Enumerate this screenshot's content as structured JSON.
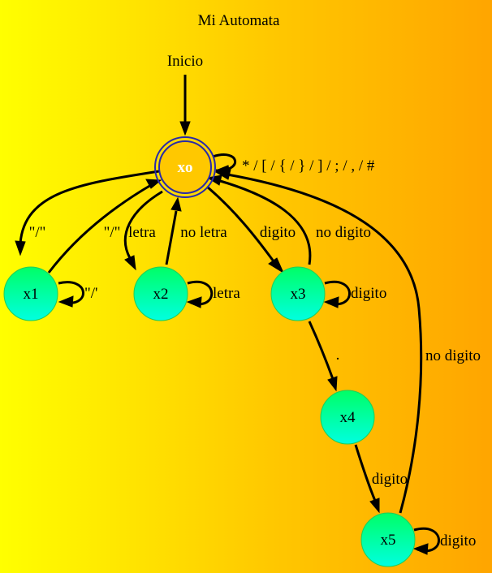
{
  "title": "Mi Automata",
  "start_label": "Inicio",
  "colors": {
    "background_left": "#ffff00",
    "background_right": "#ffa500",
    "initial_state_fill": "#ffc800",
    "initial_state_border": "#2a2aa8",
    "state_fill_top": "#00ff66",
    "state_fill_bottom": "#00ffe0",
    "state_text": "#000000",
    "initial_state_text": "#ffffff"
  },
  "states": {
    "xo": "xo",
    "x1": "x1",
    "x2": "x2",
    "x3": "x3",
    "x4": "x4",
    "x5": "x5"
  },
  "transitions": {
    "xo_self": "* / [ / { / } / ] / ; / , / #",
    "xo_to_x1": "\"/\"",
    "x1_to_xo": "\"/\"",
    "x1_self": "\"/'",
    "xo_to_x2": "letra",
    "x2_to_xo": "no letra",
    "x2_self": "letra",
    "xo_to_x3": "digito",
    "x3_to_xo": "no digito",
    "x3_self": "digito",
    "x3_to_x4": ".",
    "x4_to_x5": "digito",
    "x5_to_xo": "no digito",
    "x5_self": "digito"
  }
}
